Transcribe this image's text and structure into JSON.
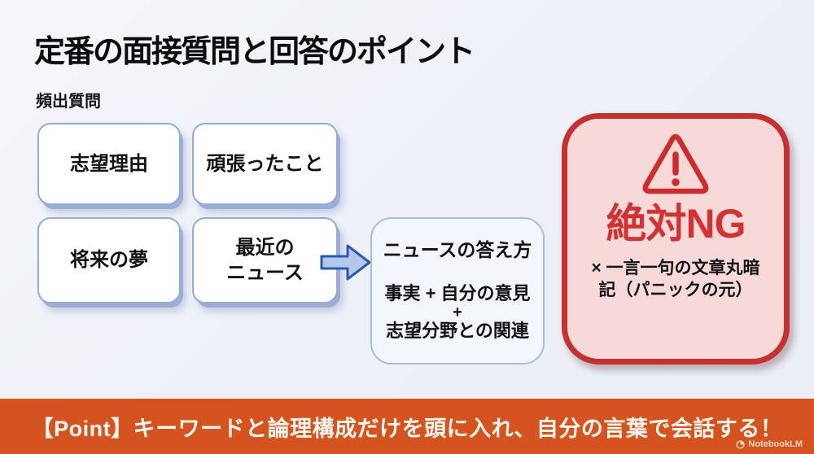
{
  "slide": {
    "title": "定番の面接質問と回答のポイント",
    "section_label": "頻出質問",
    "question_cards": [
      {
        "label": "志望理由"
      },
      {
        "label": "頑張ったこと"
      },
      {
        "label": "将来の夢"
      },
      {
        "label": "最近の\nニュース"
      }
    ],
    "news_answer": {
      "title": "ニュースの答え方",
      "formula_line1": "事実 + 自分の意見",
      "formula_plus": "+",
      "formula_line2": "志望分野との関連"
    },
    "ng": {
      "heading": "絶対NG",
      "body": "× 一言一句の文章丸暗\n記（パニックの元）"
    },
    "footer": {
      "point_text": "【Point】キーワードと論理構成だけを頭に入れ、自分の言葉で会話する！",
      "watermark": "NotebookLM"
    },
    "colors": {
      "background": "#edf0f7",
      "card_border_blue": "#97abd9",
      "card_shadow_blue": "#9cadd6",
      "arrow_fill": "#b5c8ea",
      "arrow_stroke": "#2b58b2",
      "ng_border_red": "#c53030",
      "ng_fill_pink": "#f8d9d9",
      "ng_heading_red": "#d23232",
      "footer_orange": "#d4531e",
      "text_black": "#111116",
      "footer_text_white": "#fdf7ef"
    }
  }
}
